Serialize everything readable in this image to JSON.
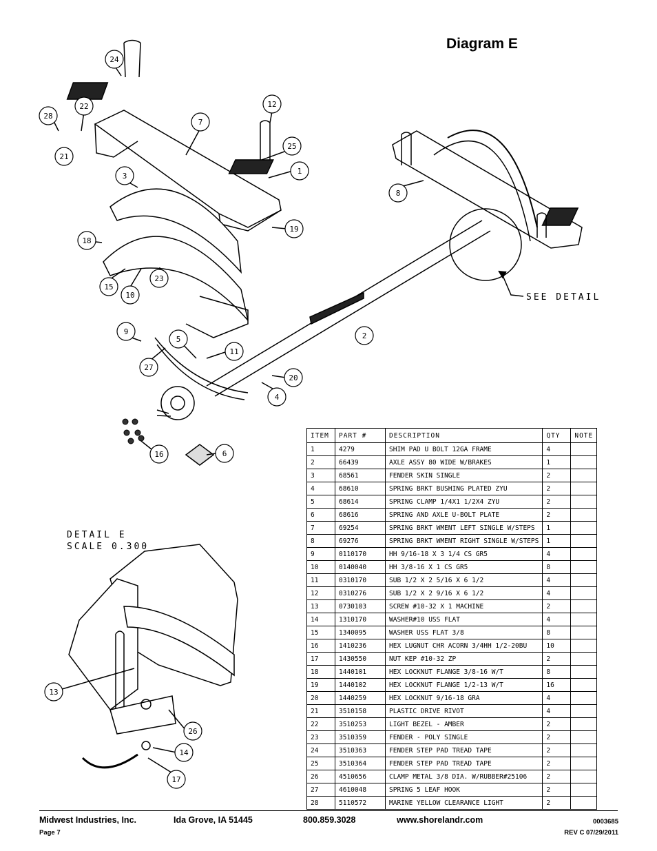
{
  "title": "Diagram E",
  "see_detail": "SEE DETAIL",
  "detail_label": "DETAIL E",
  "detail_scale": "SCALE 0.300",
  "callouts": [
    "24",
    "22",
    "28",
    "21",
    "12",
    "7",
    "25",
    "1",
    "3",
    "8",
    "19",
    "18",
    "23",
    "15",
    "10",
    "2",
    "9",
    "5",
    "11",
    "27",
    "20",
    "4",
    "16",
    "6",
    "13",
    "26",
    "14",
    "17"
  ],
  "table": {
    "headers": [
      "ITEM",
      "PART #",
      "DESCRIPTION",
      "QTY",
      "NOTE"
    ],
    "rows": [
      [
        "1",
        "4279",
        "SHIM PAD  U BOLT 12GA FRAME",
        "4",
        ""
      ],
      [
        "2",
        "66439",
        "AXLE ASSY 80 WIDE W/BRAKES",
        "1",
        ""
      ],
      [
        "3",
        "68561",
        "FENDER SKIN SINGLE",
        "2",
        ""
      ],
      [
        "4",
        "68610",
        "SPRING BRKT BUSHING PLATED ZYU",
        "2",
        ""
      ],
      [
        "5",
        "68614",
        "SPRING CLAMP  1/4X1 1/2X4  ZYU",
        "2",
        ""
      ],
      [
        "6",
        "68616",
        "SPRING AND AXLE U-BOLT PLATE",
        "2",
        ""
      ],
      [
        "7",
        "69254",
        "SPRING BRKT WMENT LEFT SINGLE W/STEPS",
        "1",
        ""
      ],
      [
        "8",
        "69276",
        "SPRING BRKT WMENT RIGHT SINGLE W/STEPS",
        "1",
        ""
      ],
      [
        "9",
        "0110170",
        "HH 9/16-18 X 3 1/4 CS GR5",
        "4",
        ""
      ],
      [
        "10",
        "0140040",
        "HH 3/8-16 X 1 CS GR5",
        "8",
        ""
      ],
      [
        "11",
        "0310170",
        "SUB 1/2 X 2 5/16 X 6 1/2",
        "4",
        ""
      ],
      [
        "12",
        "0310276",
        "SUB 1/2 X 2 9/16 X 6 1/2",
        "4",
        ""
      ],
      [
        "13",
        "0730103",
        "SCREW #10-32 X 1 MACHINE",
        "2",
        ""
      ],
      [
        "14",
        "1310170",
        "WASHER#10 USS FLAT",
        "4",
        ""
      ],
      [
        "15",
        "1340095",
        "WASHER USS FLAT 3/8",
        "8",
        ""
      ],
      [
        "16",
        "1410236",
        "HEX LUGNUT CHR ACORN 3/4HH 1/2-20BU",
        "10",
        ""
      ],
      [
        "17",
        "1430550",
        "NUT KEP #10-32 ZP",
        "2",
        ""
      ],
      [
        "18",
        "1440101",
        "HEX LOCKNUT FLANGE 3/8-16 W/T",
        "8",
        ""
      ],
      [
        "19",
        "1440102",
        "HEX LOCKNUT FLANGE 1/2-13 W/T",
        "16",
        ""
      ],
      [
        "20",
        "1440259",
        "HEX LOCKNUT 9/16-18 GRA",
        "4",
        ""
      ],
      [
        "21",
        "3510158",
        "PLASTIC DRIVE RIVOT",
        "4",
        ""
      ],
      [
        "22",
        "3510253",
        "LIGHT BEZEL - AMBER",
        "2",
        ""
      ],
      [
        "23",
        "3510359",
        "FENDER - POLY SINGLE",
        "2",
        ""
      ],
      [
        "24",
        "3510363",
        "FENDER STEP PAD TREAD TAPE",
        "2",
        ""
      ],
      [
        "25",
        "3510364",
        "FENDER STEP PAD TREAD TAPE",
        "2",
        ""
      ],
      [
        "26",
        "4510656",
        "CLAMP METAL 3/8 DIA. W/RUBBER#25106",
        "2",
        ""
      ],
      [
        "27",
        "4610048",
        "SPRING  5 LEAF HOOK",
        "2",
        ""
      ],
      [
        "28",
        "5110572",
        "MARINE YELLOW CLEARANCE LIGHT",
        "2",
        ""
      ]
    ]
  },
  "footer": {
    "company": "Midwest Industries, Inc.",
    "city": "Ida Grove, IA  51445",
    "phone": "800.859.3028",
    "web": "www.shorelandr.com",
    "docnum": "0003685",
    "page": "Page 7",
    "rev": "REV C   07/29/2011"
  }
}
